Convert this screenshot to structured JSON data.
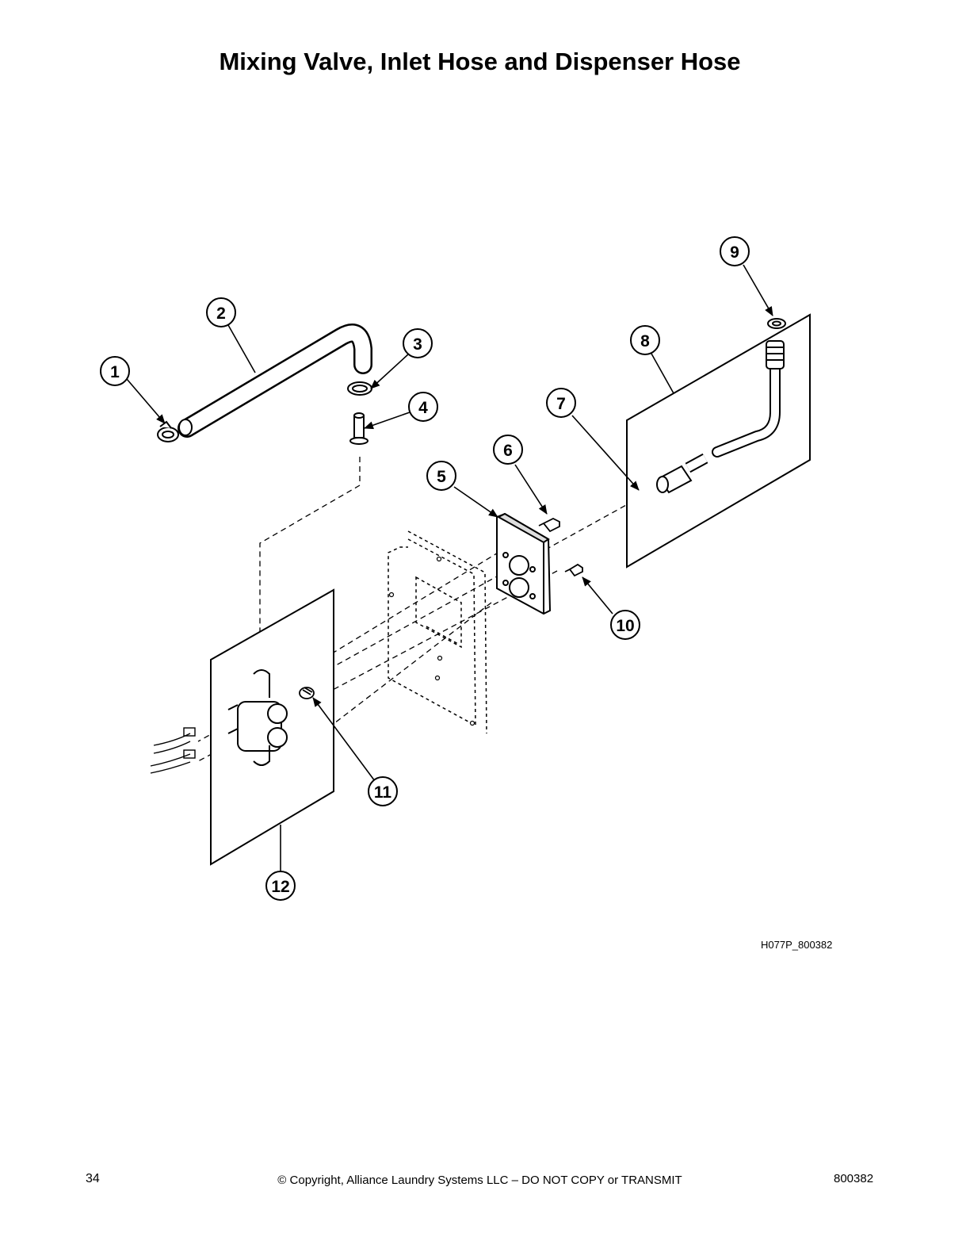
{
  "title": "Mixing Valve, Inlet Hose and Dispenser Hose",
  "figure_id": "H077P_800382",
  "callouts": [
    "1",
    "2",
    "3",
    "4",
    "5",
    "6",
    "7",
    "8",
    "9",
    "10",
    "11",
    "12"
  ],
  "footer": {
    "page_number": "34",
    "copyright": "© Copyright, Alliance Laundry Systems LLC – DO NOT COPY or TRANSMIT",
    "doc_number": "800382"
  }
}
